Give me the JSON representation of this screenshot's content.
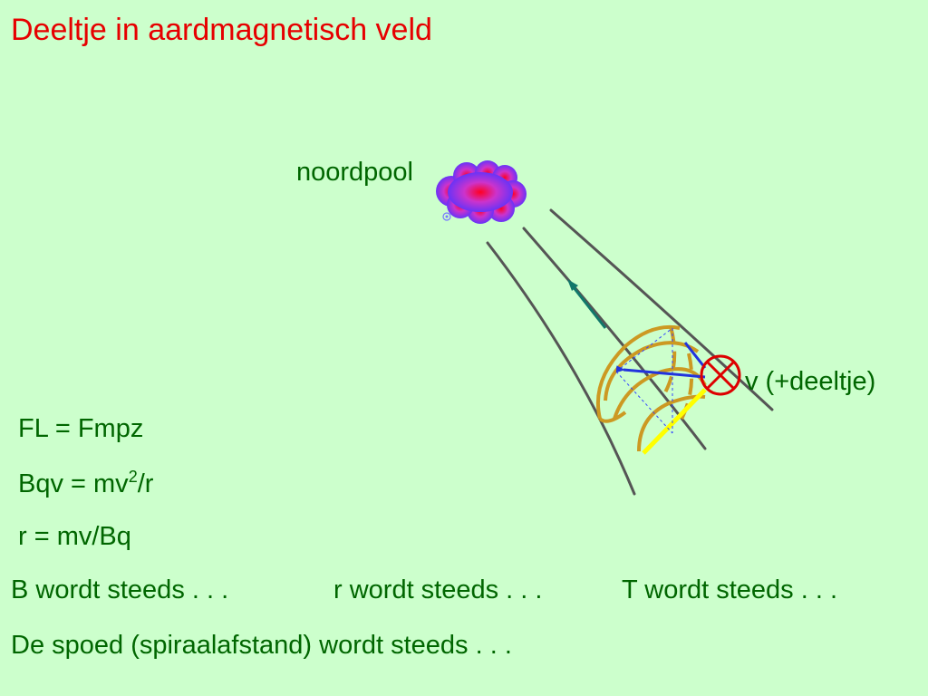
{
  "title": "Deeltje in aardmagnetisch veld",
  "diagram": {
    "north_label": "noordpool",
    "velocity_label": "v (+deeltje)"
  },
  "equations": {
    "eq1": "FL = Fmpz",
    "eq2_pre": "Bqv = mv",
    "eq2_sup": "2",
    "eq2_post": "/r",
    "eq3": "r = mv/Bq"
  },
  "questions": {
    "b_line": "B wordt steeds . . .",
    "r_line": "r wordt steeds . . .",
    "t_line": "T wordt steeds . . .",
    "pitch_line": "De spoed (spiraalafstand) wordt steeds . . ."
  },
  "colors": {
    "title": "#e60000",
    "text": "#006600",
    "field_lines": "#555555",
    "spiral": "#cc9922",
    "force_arrow": "#2233dd",
    "velocity_symbol": "#dd0000",
    "teal_arrow": "#11776a",
    "yellow_segment": "#ffff00"
  },
  "icons": [
    "cloud-north-pole-icon",
    "velocity-into-page-icon"
  ]
}
